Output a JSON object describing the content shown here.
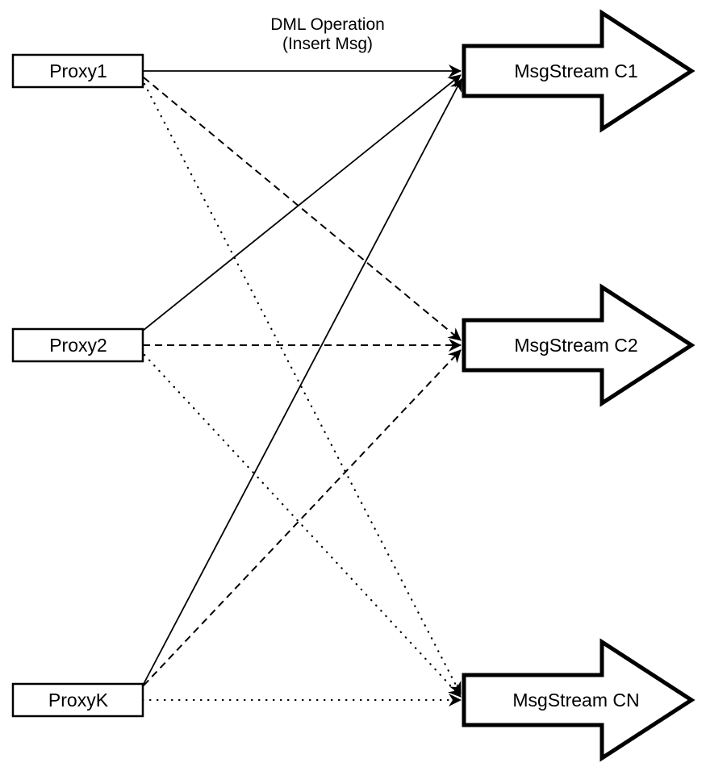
{
  "diagram": {
    "title": {
      "line1": "DML Operation",
      "line2": "(Insert Msg)"
    },
    "proxies": [
      {
        "label": "Proxy1"
      },
      {
        "label": "Proxy2"
      },
      {
        "label": "ProxyK"
      }
    ],
    "streams": [
      {
        "label": "MsgStream C1"
      },
      {
        "label": "MsgStream C2"
      },
      {
        "label": "MsgStream CN"
      }
    ],
    "edges": [
      {
        "from": "Proxy1",
        "to": "MsgStream C1",
        "style": "solid"
      },
      {
        "from": "Proxy2",
        "to": "MsgStream C1",
        "style": "solid"
      },
      {
        "from": "ProxyK",
        "to": "MsgStream C1",
        "style": "solid"
      },
      {
        "from": "Proxy1",
        "to": "MsgStream C2",
        "style": "dashed"
      },
      {
        "from": "Proxy2",
        "to": "MsgStream C2",
        "style": "dashed"
      },
      {
        "from": "ProxyK",
        "to": "MsgStream C2",
        "style": "dashed"
      },
      {
        "from": "Proxy1",
        "to": "MsgStream CN",
        "style": "dotted"
      },
      {
        "from": "Proxy2",
        "to": "MsgStream CN",
        "style": "dotted"
      },
      {
        "from": "ProxyK",
        "to": "MsgStream CN",
        "style": "dotted"
      }
    ],
    "colors": {
      "ink": "#000000",
      "background": "#ffffff",
      "shape_fill": "#ffffff"
    }
  }
}
